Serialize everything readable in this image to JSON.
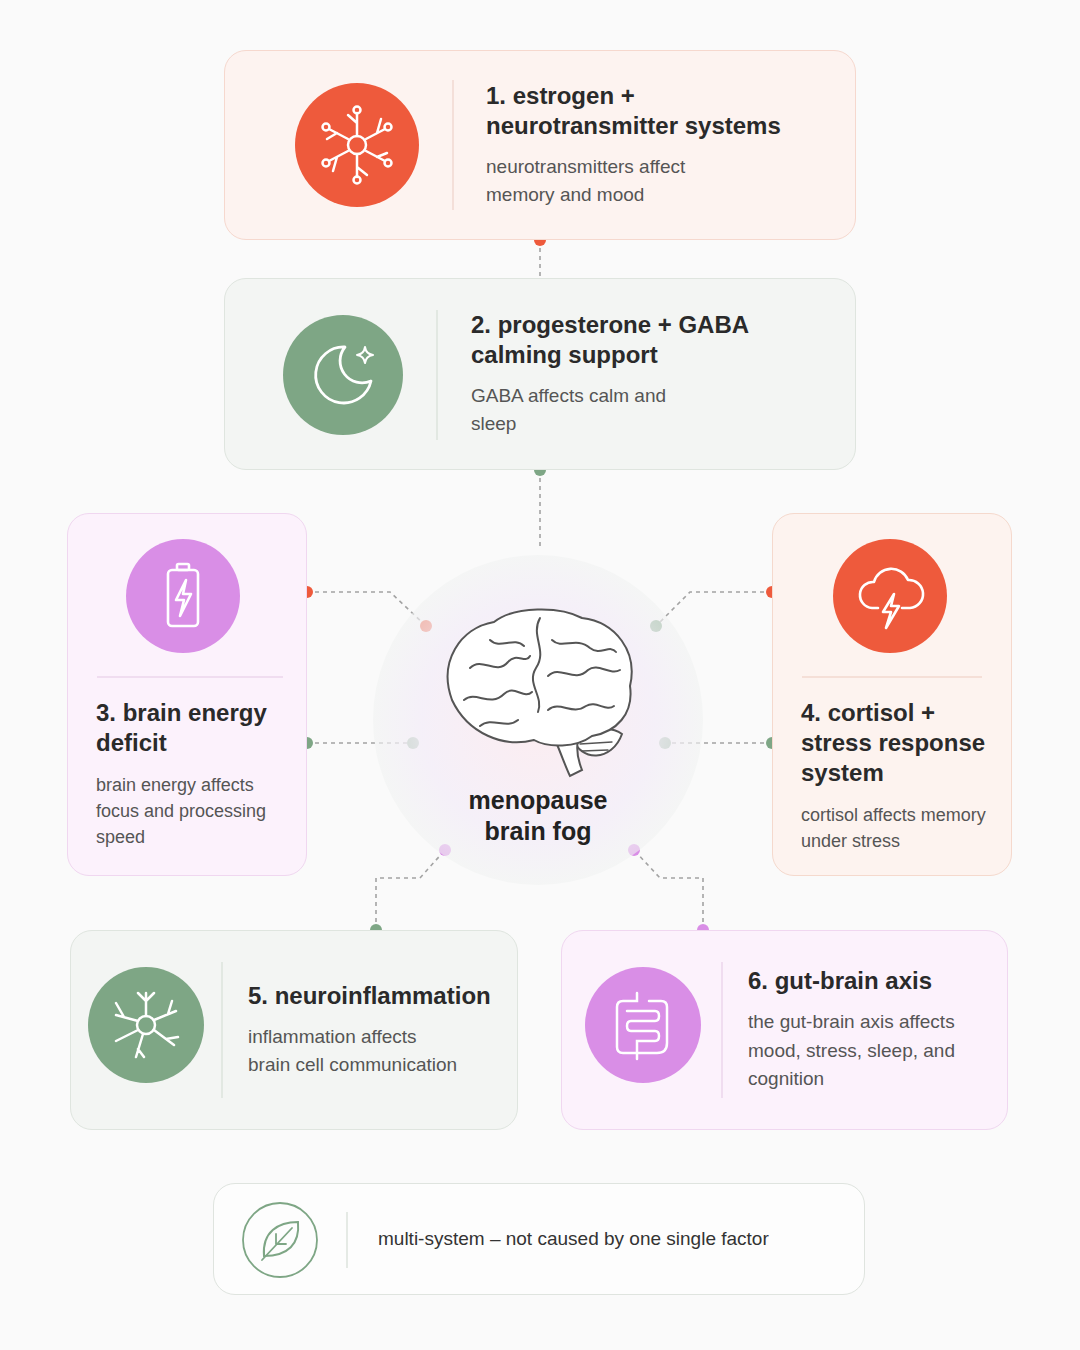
{
  "diagram": {
    "nodes": [
      {
        "text": [
          "1. estrogen + neurotransmitter systems",
          "neurotransmitters affect memory and mood"
        ]
      },
      {
        "text": [
          "2. progesterone + GABA calming support",
          "GABA affects calm and sleep"
        ]
      },
      {
        "text": [
          "3. brain energy deficit",
          "brain energy affects focus and processing speed"
        ]
      },
      {
        "text": [
          "menopause brain fog"
        ]
      },
      {
        "text": [
          "4. cortisol + stress response system",
          "cortisol affects memory under stress"
        ]
      },
      {
        "text": [
          "5. neuroinflammation",
          "inflammation affects brain cell communication"
        ]
      },
      {
        "text": [
          "6. gut-brain axis",
          "the gut-brain axis affects mood, stress, sleep, and cognition"
        ]
      },
      {
        "text": [
          "multi-system – not caused by one single factor"
        ]
      }
    ],
    "edges": [
      {
        "from": 0,
        "to": 1,
        "arrow": "none"
      },
      {
        "from": 1,
        "to": 3,
        "arrow": "none"
      },
      {
        "from": 2,
        "to": 3,
        "arrow": "none"
      },
      {
        "from": 2,
        "to": 3,
        "arrow": "none"
      },
      {
        "from": 4,
        "to": 3,
        "arrow": "none"
      },
      {
        "from": 4,
        "to": 3,
        "arrow": "none"
      },
      {
        "from": 5,
        "to": 3,
        "arrow": "none"
      },
      {
        "from": 6,
        "to": 3,
        "arrow": "none"
      }
    ]
  }
}
